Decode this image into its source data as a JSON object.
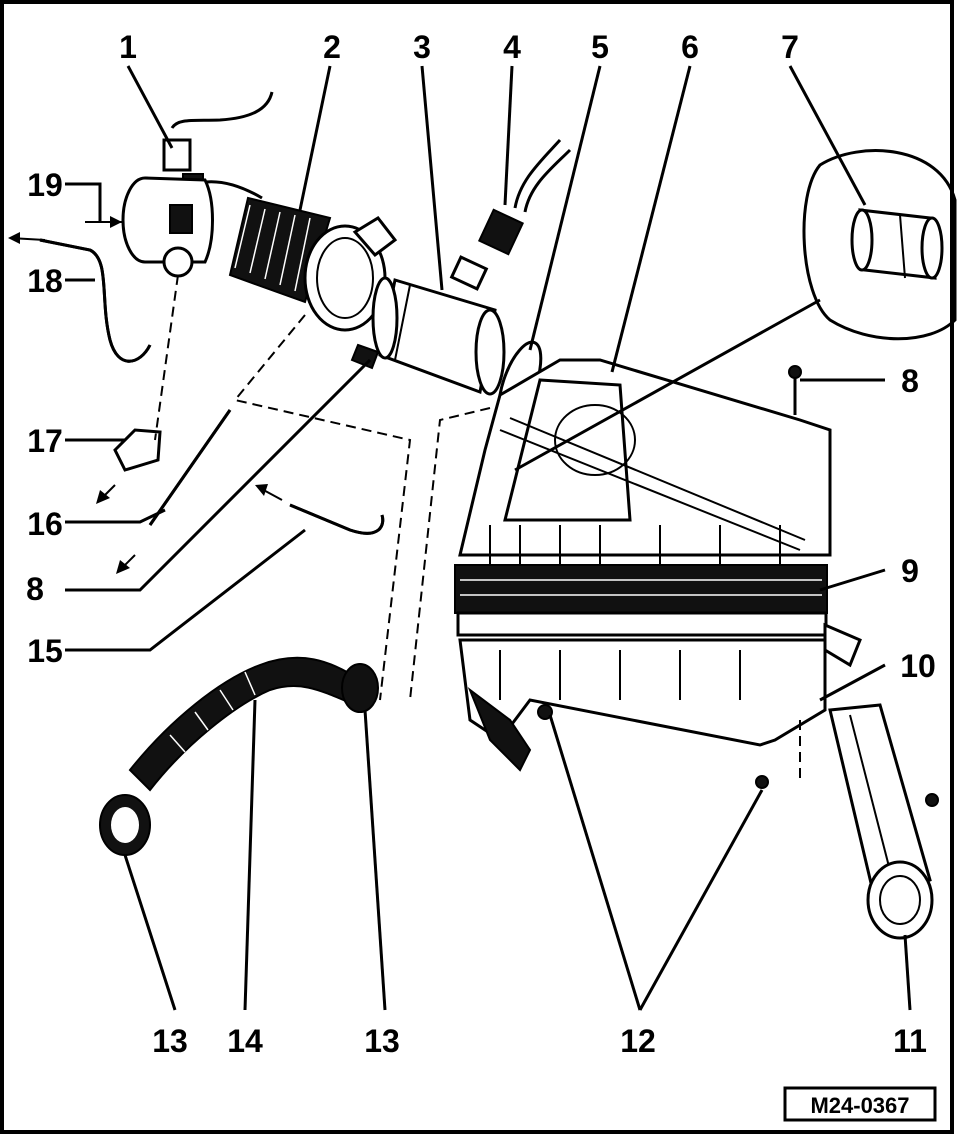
{
  "diagram": {
    "callouts": {
      "c1": "1",
      "c2": "2",
      "c3": "3",
      "c4": "4",
      "c5": "5",
      "c6": "6",
      "c7": "7",
      "c8a": "8",
      "c8b": "8",
      "c9": "9",
      "c10": "10",
      "c11": "11",
      "c12": "12",
      "c13a": "13",
      "c13b": "13",
      "c14": "14",
      "c15": "15",
      "c16": "16",
      "c17": "17",
      "c18": "18",
      "c19": "19"
    },
    "reference_code": "M24-0367"
  }
}
